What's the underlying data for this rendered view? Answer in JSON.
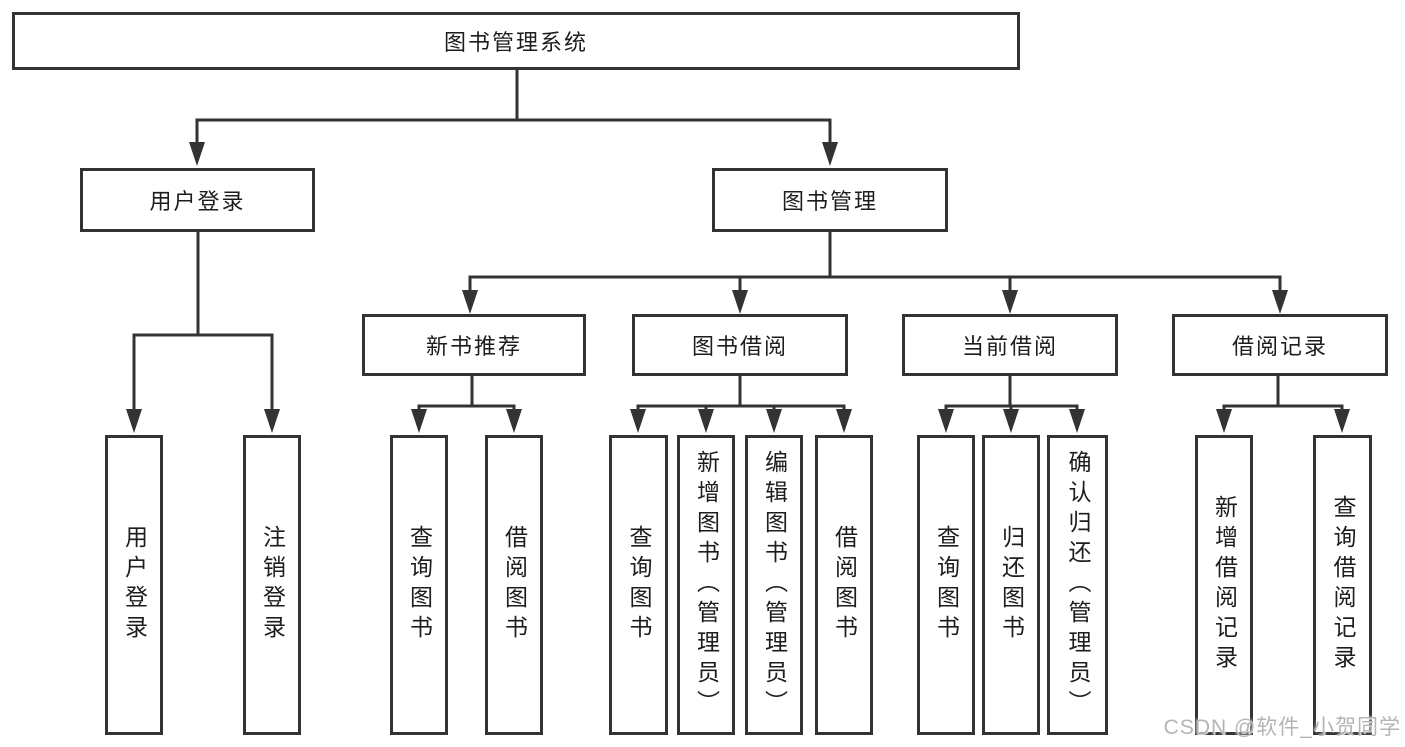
{
  "tree": {
    "root": {
      "label": "图书管理系统",
      "children": [
        {
          "label": "用户登录",
          "children": [
            {
              "label": "用户登录"
            },
            {
              "label": "注销登录"
            }
          ]
        },
        {
          "label": "图书管理",
          "children": [
            {
              "label": "新书推荐",
              "children": [
                {
                  "label": "查询图书"
                },
                {
                  "label": "借阅图书"
                }
              ]
            },
            {
              "label": "图书借阅",
              "children": [
                {
                  "label": "查询图书"
                },
                {
                  "label": "新增图书（管理员）"
                },
                {
                  "label": "编辑图书（管理员）"
                },
                {
                  "label": "借阅图书"
                }
              ]
            },
            {
              "label": "当前借阅",
              "children": [
                {
                  "label": "查询图书"
                },
                {
                  "label": "归还图书"
                },
                {
                  "label": "确认归还（管理员）"
                }
              ]
            },
            {
              "label": "借阅记录",
              "children": [
                {
                  "label": "新增借阅记录"
                },
                {
                  "label": "查询借阅记录"
                }
              ]
            }
          ]
        }
      ]
    }
  },
  "watermark": {
    "text": "CSDN @软件_小贺同学"
  },
  "colors": {
    "line": "#333333",
    "box_border": "#333333",
    "box_background": "#ffffff",
    "text": "#1d1d1d",
    "watermark": "#b5b5b5"
  }
}
